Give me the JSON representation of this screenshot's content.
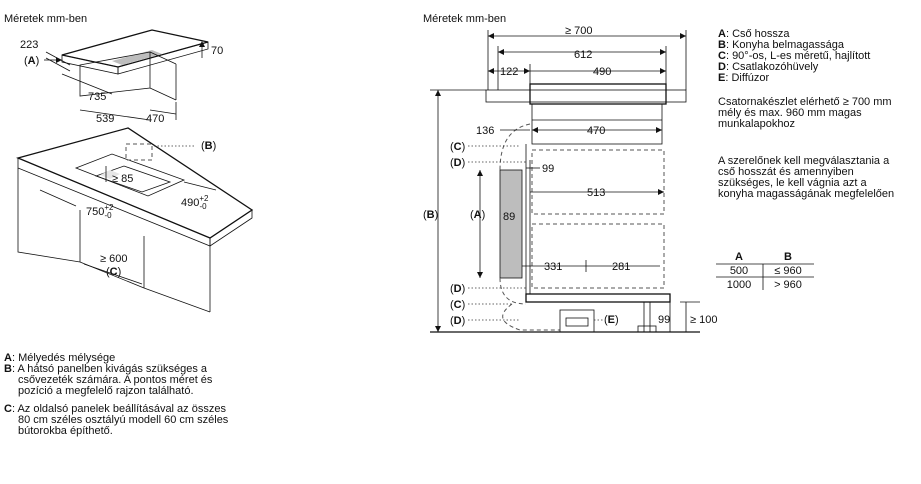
{
  "left_title": "Méretek mm-ben",
  "right_title": "Méretek mm-ben",
  "top_dims": {
    "d223": "223",
    "label_A": "(A)",
    "d70": "70",
    "d735": "735",
    "d539": "539",
    "d470": "470"
  },
  "counter_dims": {
    "label_B": "(B)",
    "d85": "≥ 85",
    "d750": "750",
    "d750_sup": "+2",
    "d750_sub": "-0",
    "d490": "490",
    "d490_sup": "+2",
    "d490_sub": "-0",
    "d600": "≥ 600",
    "label_C": "(C)"
  },
  "left_legend": [
    {
      "key": "A",
      "lines": [
        ": Mélyedés mélysége"
      ]
    },
    {
      "key": "B",
      "lines": [
        ": A hátsó panelben kivágás szükséges a",
        "csővezeték számára. A pontos méret és",
        "pozíció a megfelelő rajzon található."
      ]
    },
    {
      "key": "C",
      "lines": [
        ": Az oldalsó panelek beállításával az összes",
        "80 cm széles osztályú modell 60 cm széles",
        "bútorokba építhető."
      ]
    }
  ],
  "side_dims": {
    "d700": "≥ 700",
    "d612": "612",
    "d122": "122",
    "d490": "490",
    "d136": "136",
    "d470": "470",
    "d99a": "99",
    "d513": "513",
    "d89": "89",
    "d331": "331",
    "d281": "281",
    "d99b": "99",
    "d100": "≥ 100",
    "lab_B": "(B)",
    "lab_A": "(A)",
    "lab_C1": "(C)",
    "lab_D1": "(D)",
    "lab_D2": "(D)",
    "lab_C2": "(C)",
    "lab_D3": "(D)",
    "lab_E": "(E)"
  },
  "right_legend": [
    {
      "key": "A",
      "text": ": Cső hossza"
    },
    {
      "key": "B",
      "text": ": Konyha belmagassága"
    },
    {
      "key": "C",
      "text": ": 90°-os, L-es méretű, hajlított"
    },
    {
      "key": "D",
      "text": ": Csatlakozóhüvely"
    },
    {
      "key": "E",
      "text": ": Diffúzor"
    }
  ],
  "note1": [
    "Csatornakészlet elérhető ≥ 700 mm",
    "mély és max. 960 mm magas",
    "munkalapokhoz"
  ],
  "note2": [
    "A szerelőnek kell megválasztania a",
    "cső hosszát és amennyiben",
    "szükséges, le kell vágnia azt a",
    "konyha magasságának megfelelően"
  ],
  "table": {
    "headers": [
      "A",
      "B"
    ],
    "rows": [
      [
        "500",
        "≤ 960"
      ],
      [
        "1000",
        "> 960"
      ]
    ]
  }
}
